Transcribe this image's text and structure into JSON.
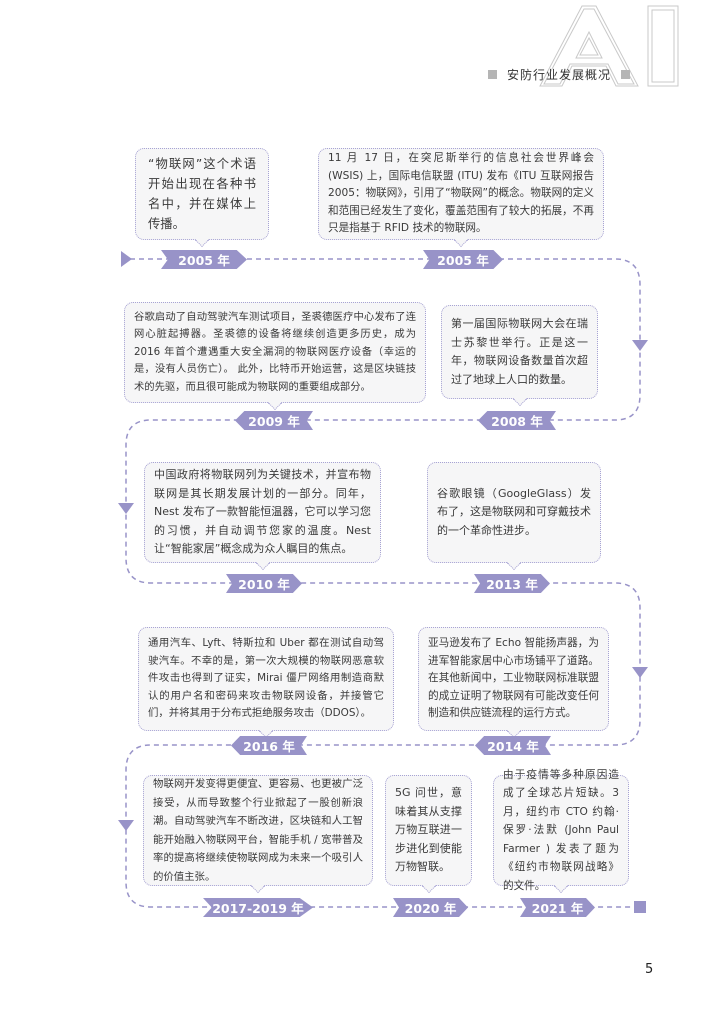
{
  "header": {
    "logo_text": "AI",
    "title": "安防行业发展概况"
  },
  "timeline": [
    {
      "year": "2005 年",
      "text": "“物联网”这个术语开始出现在各种书名中，并在媒体上传播。"
    },
    {
      "year": "2005 年",
      "text": "11 月 17 日，在突尼斯举行的信息社会世界峰会 (WSIS) 上，国际电信联盟 (ITU) 发布《ITU 互联网报告 2005：物联网》，引用了“物联网”的概念。物联网的定义和范围已经发生了变化，覆盖范围有了较大的拓展，不再只是指基于 RFID 技术的物联网。"
    },
    {
      "year": "2008 年",
      "text": "第一届国际物联网大会在瑞士苏黎世举行。正是这一年，物联网设备数量首次超过了地球上人口的数量。"
    },
    {
      "year": "2009 年",
      "text": "谷歌启动了自动驾驶汽车测试项目，圣裘德医疗中心发布了连网心脏起搏器。圣裘德的设备将继续创造更多历史，成为 2016 年首个遭遇重大安全漏洞的物联网医疗设备（幸运的是，没有人员伤亡）。 此外，比特币开始运营，这是区块链技术的先驱，而且很可能成为物联网的重要组成部分。"
    },
    {
      "year": "2010 年",
      "text": "中国政府将物联网列为关键技术，并宣布物联网是其长期发展计划的一部分。同年，Nest 发布了一款智能恒温器，它可以学习您的习惯，并自动调节您家的温度。Nest 让“智能家居”概念成为众人瞩目的焦点。"
    },
    {
      "year": "2013 年",
      "text": "谷歌眼镜（GoogleGlass）发布了，这是物联网和可穿戴技术的一个革命性进步。"
    },
    {
      "year": "2014 年",
      "text": "亚马逊发布了 Echo 智能扬声器，为进军智能家居中心市场铺平了道路。在其他新闻中，工业物联网标准联盟的成立证明了物联网有可能改变任何制造和供应链流程的运行方式。"
    },
    {
      "year": "2016 年",
      "text": "通用汽车、Lyft、特斯拉和 Uber 都在测试自动驾驶汽车。不幸的是，第一次大规模的物联网恶意软件攻击也得到了证实，Mirai 僵尸网络用制造商默认的用户名和密码来攻击物联网设备，并接管它们，并将其用于分布式拒绝服务攻击（DDOS）。"
    },
    {
      "year": "2017-2019 年",
      "text": "物联网开发变得更便宜、更容易、也更被广泛接受，从而导致整个行业掀起了一股创新浪潮。自动驾驶汽车不断改进，区块链和人工智能开始融入物联网平台，智能手机 / 宽带普及率的提高将继续使物联网成为未来一个吸引人的价值主张。"
    },
    {
      "year": "2020 年",
      "text": "5G 问世，意味着其从支撑万物互联进一步进化到使能万物智联。"
    },
    {
      "year": "2021 年",
      "text": "由于疫情等多种原因造成了全球芯片短缺。3 月，纽约市 CTO 约翰·保罗·法默 (John Paul Farmer ) 发表了题为《纽约市物联网战略》的文件。"
    }
  ],
  "page_number": "5",
  "colors": {
    "accent": "#9893c8",
    "box_bg": "#f6f6f7",
    "box_border": "#a7a3d4"
  }
}
